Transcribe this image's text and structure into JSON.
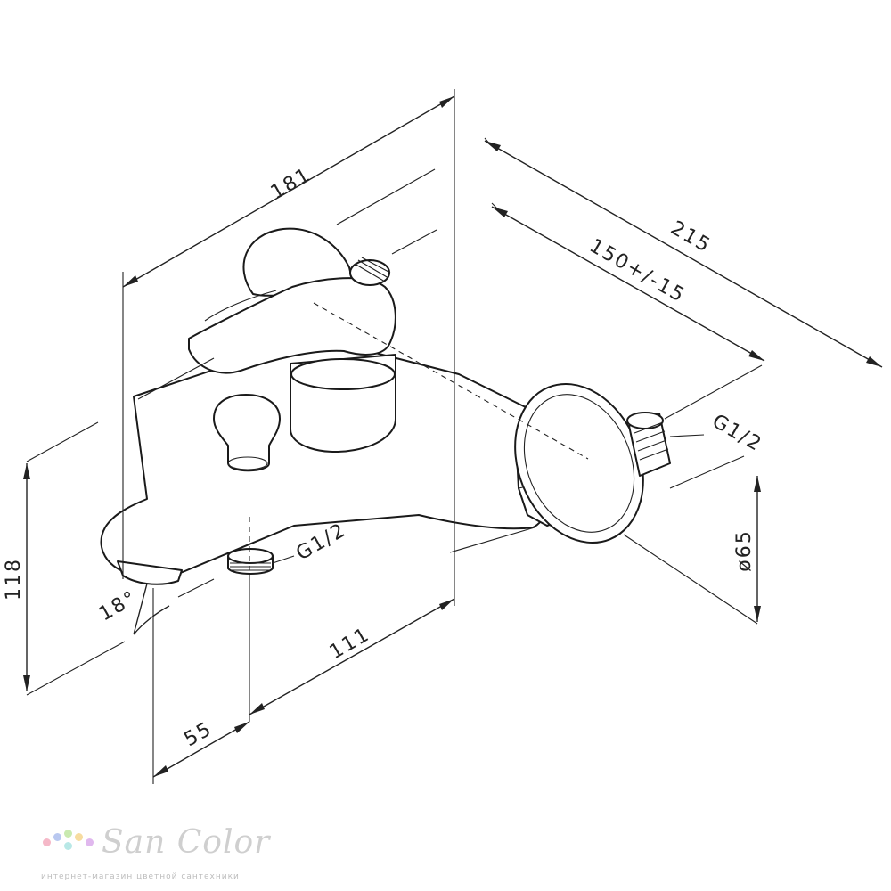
{
  "dimensions": {
    "overall_length": "181",
    "wall_projection": "215",
    "center_distance": "150+/-15",
    "inlet_thread": "G1/2",
    "outlet_thread": "G1/2",
    "flange_diameter": "ø65",
    "height": "118",
    "spout_angle": "18°",
    "spout_to_outlet": "55",
    "outlet_to_body": "111"
  },
  "watermark": {
    "brand": "San Color",
    "tagline": "интернет-магазин цветной сантехники",
    "dot_colors": [
      "#f5b8c8",
      "#b9c8f0",
      "#c9eab0",
      "#f7dca0",
      "#e0b8ee",
      "#b8e8e6"
    ]
  }
}
